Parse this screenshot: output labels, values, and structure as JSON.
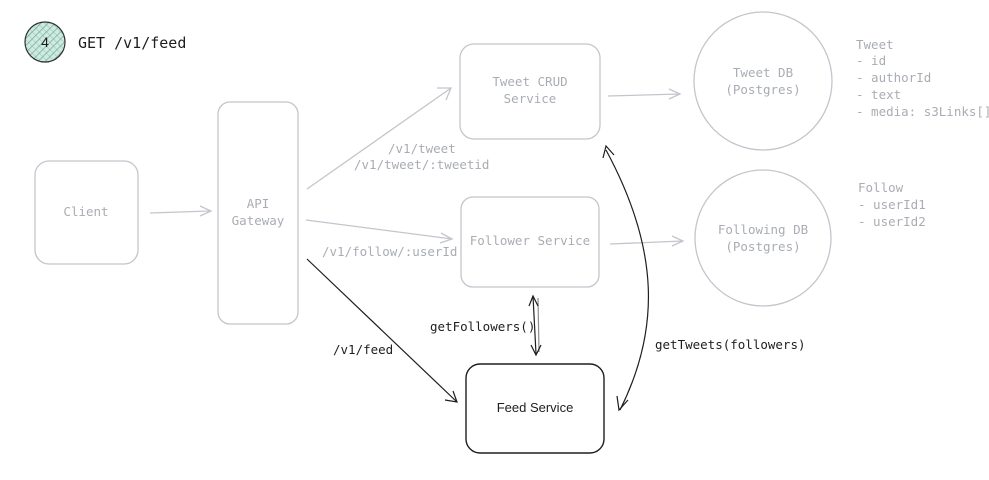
{
  "header": {
    "step_number": "4",
    "title": "GET /v1/feed"
  },
  "nodes": {
    "client": {
      "label": "Client"
    },
    "api_gateway": {
      "line1": "API",
      "line2": "Gateway"
    },
    "tweet_crud": {
      "line1": "Tweet CRUD",
      "line2": "Service"
    },
    "follower_service": {
      "label": "Follower Service"
    },
    "feed_service": {
      "label": "Feed Service"
    },
    "tweet_db": {
      "line1": "Tweet DB",
      "line2": "(Postgres)"
    },
    "following_db": {
      "line1": "Following DB",
      "line2": "(Postgres)"
    }
  },
  "edge_labels": {
    "tweet_route_1": "/v1/tweet",
    "tweet_route_2": "/v1/tweet/:tweetid",
    "follow_route": "/v1/follow/:userId",
    "feed_route": "/v1/feed",
    "get_followers": "getFollowers()",
    "get_tweets": "getTweets(followers)"
  },
  "schemas": {
    "tweet": {
      "title": "Tweet",
      "fields": [
        "- id",
        "- authorId",
        "- text",
        "- media: s3Links[]"
      ]
    },
    "follow": {
      "title": "Follow",
      "fields": [
        "- userId1",
        "- userId2"
      ]
    }
  },
  "colors": {
    "faded": "#c2c6cc",
    "dark": "#1e1e1e",
    "badge_fill": "#a8d5c7"
  }
}
